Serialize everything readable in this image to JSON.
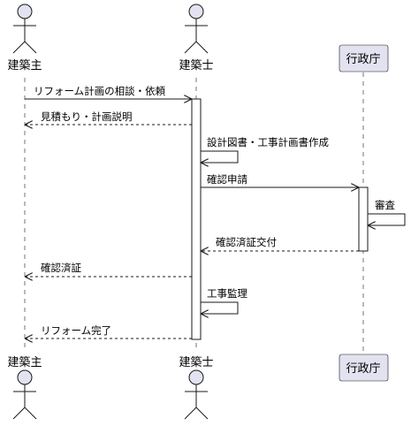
{
  "diagram": {
    "participants": [
      {
        "id": "owner",
        "label": "建築主",
        "kind": "actor"
      },
      {
        "id": "architect",
        "label": "建築士",
        "kind": "actor"
      },
      {
        "id": "admin",
        "label": "行政庁",
        "kind": "participant"
      }
    ],
    "messages": [
      {
        "from": "owner",
        "to": "architect",
        "label": "リフォーム計画の相談・依頼",
        "style": "solid"
      },
      {
        "from": "architect",
        "to": "owner",
        "label": "見積もり・計画説明",
        "style": "dashed"
      },
      {
        "from": "architect",
        "to": "architect",
        "label": "設計図書・工事計画書作成",
        "style": "self"
      },
      {
        "from": "architect",
        "to": "admin",
        "label": "確認申請",
        "style": "solid"
      },
      {
        "from": "admin",
        "to": "admin",
        "label": "審査",
        "style": "self"
      },
      {
        "from": "admin",
        "to": "architect",
        "label": "確認済証交付",
        "style": "dashed"
      },
      {
        "from": "architect",
        "to": "owner",
        "label": "確認済証",
        "style": "dashed"
      },
      {
        "from": "architect",
        "to": "architect",
        "label": "工事監理",
        "style": "self"
      },
      {
        "from": "architect",
        "to": "owner",
        "label": "リフォーム完了",
        "style": "dashed"
      }
    ],
    "colors": {
      "actor_fill": "#E2E2F0",
      "actor_stroke": "#181818",
      "lifeline": "#181818",
      "activation_fill": "#FFFFFF",
      "participant_fill": "#E2E2F0"
    }
  }
}
